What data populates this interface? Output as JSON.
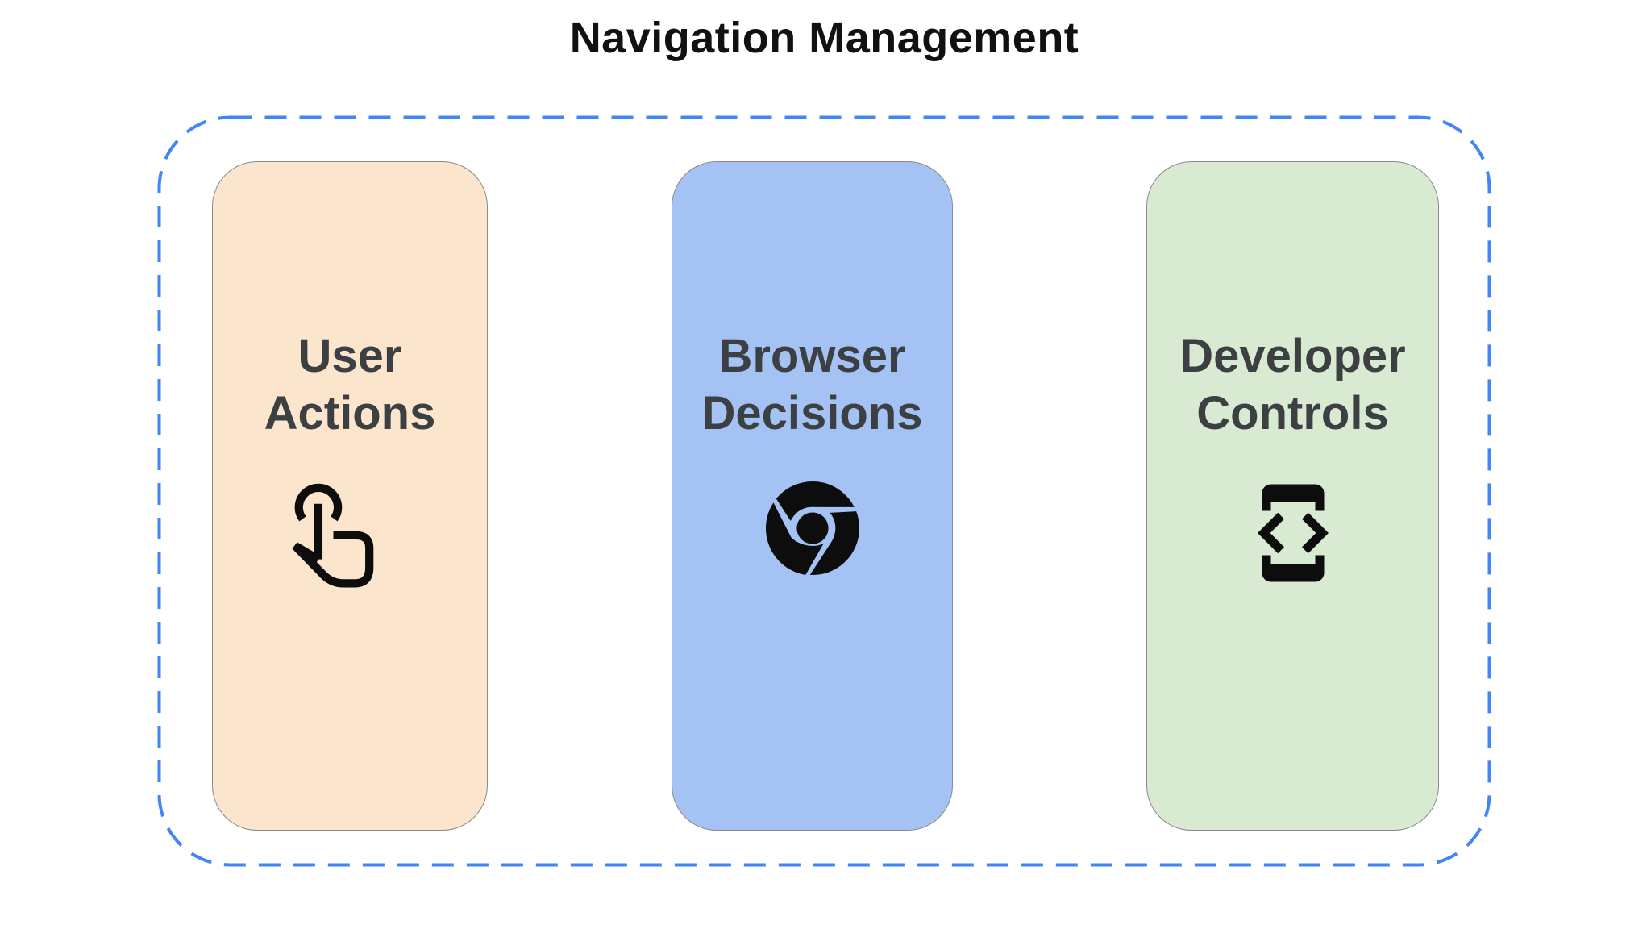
{
  "title": "Navigation Management",
  "diagram": {
    "border_color": "#4285F4",
    "icon_color": "#0d0d0d",
    "text_color": "#3c4043",
    "cards": [
      {
        "name": "user-actions",
        "line1": "User",
        "line2": "Actions",
        "bg": "#FCE5CD",
        "icon": "touch-gesture-icon"
      },
      {
        "name": "browser-decisions",
        "line1": "Browser",
        "line2": "Decisions",
        "bg": "#A4C2F4",
        "icon": "chrome-icon"
      },
      {
        "name": "developer-controls",
        "line1": "Developer",
        "line2": "Controls",
        "bg": "#D9EAD3",
        "icon": "developer-mode-icon"
      }
    ]
  }
}
